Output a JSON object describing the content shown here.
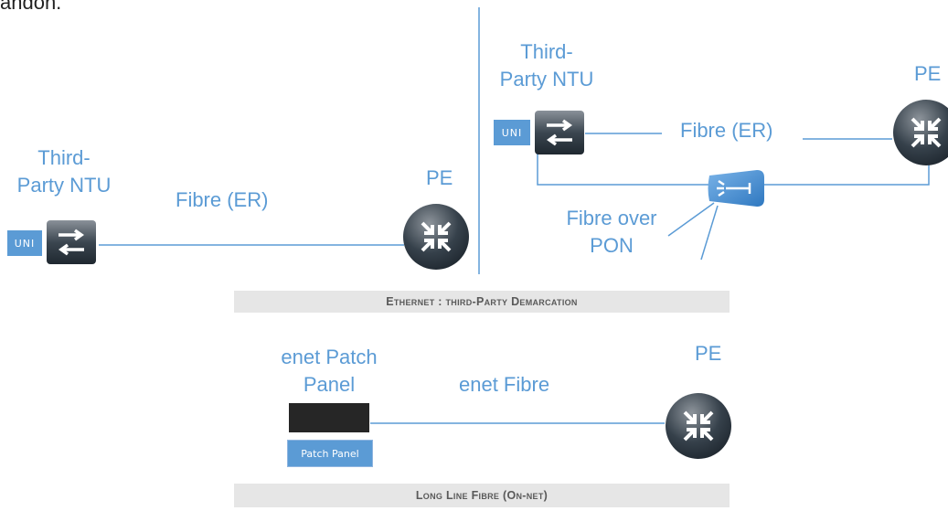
{
  "intro_text_fragment": "andon.",
  "left_diagram": {
    "ntu_label": "Third-\nParty NTU",
    "ntu_label_line1": "Third-",
    "ntu_label_line2": "Party NTU",
    "uni_label": "UNI",
    "link_label": "Fibre (ER)",
    "pe_label": "PE"
  },
  "right_diagram": {
    "ntu_label_line1": "Third-",
    "ntu_label_line2": "Party NTU",
    "uni_label": "UNI",
    "link_label": "Fibre (ER)",
    "pe_label": "PE",
    "pon_label_line1": "Fibre over",
    "pon_label_line2": "PON"
  },
  "caption_ethernet": "Ethernet : third-Party Demarcation",
  "bottom_diagram": {
    "panel_label_line1": "enet Patch",
    "panel_label_line2": "Panel",
    "link_label": "enet Fibre",
    "pe_label": "PE",
    "panel_button": "Patch Panel"
  },
  "caption_longline": "Long Line Fibre (On-net)",
  "colors": {
    "accent_blue": "#5b9bd5",
    "line_blue": "#5b9bd5",
    "device_dark": "#2f3a44",
    "caption_bg": "#e6e6e6",
    "caption_text": "#595959"
  },
  "icons": {
    "switch": "switch-icon",
    "router": "router-icon",
    "splitter": "pon-splitter-icon"
  }
}
